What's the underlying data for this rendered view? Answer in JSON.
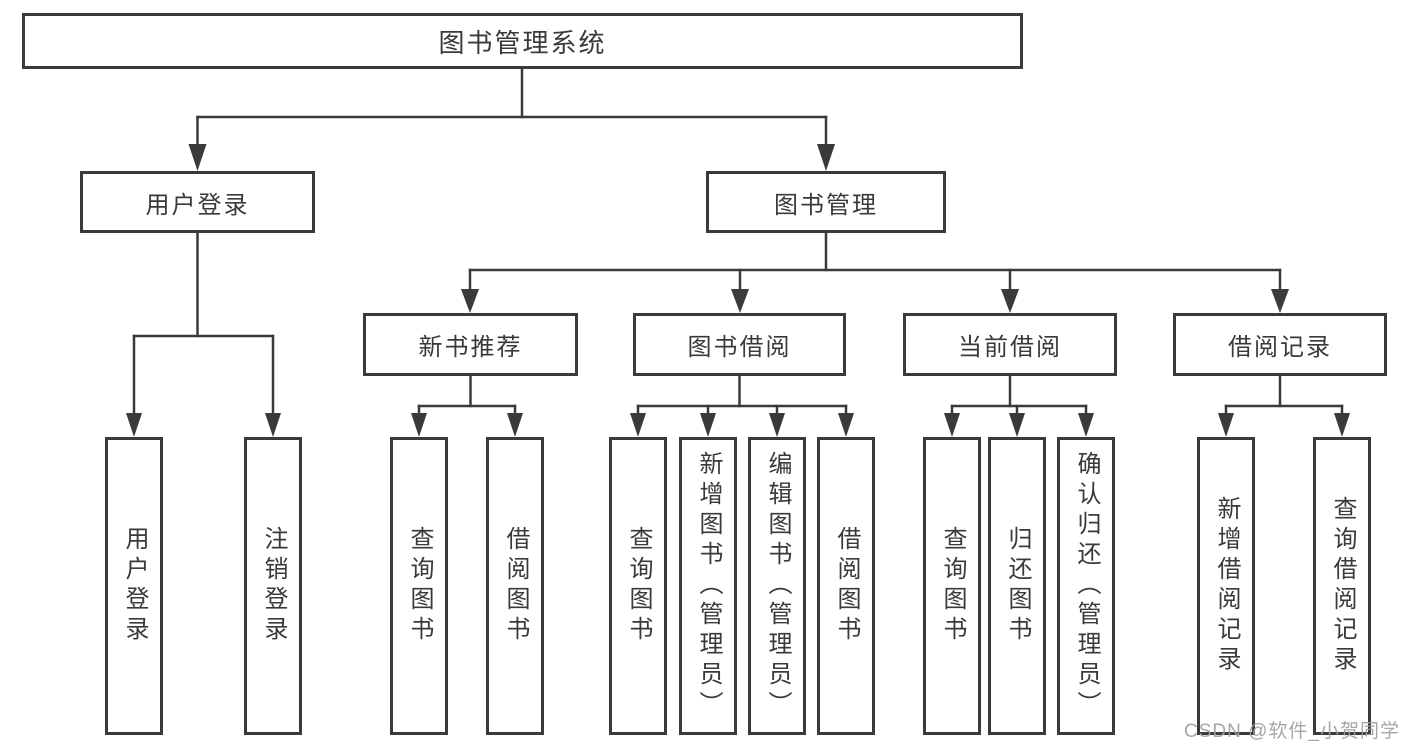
{
  "diagram": {
    "type": "hierarchy-tree",
    "watermark": "CSDN @软件_小贺同学",
    "colors": {
      "line": "#3a3a3a",
      "text": "#3a3a3a",
      "box_fill": "#ffffff",
      "watermark": "#9e9e9e",
      "background": "#ffffff"
    },
    "tree": {
      "label": "图书管理系统",
      "children": [
        {
          "label": "用户登录",
          "children": [
            {
              "label": "用户登录"
            },
            {
              "label": "注销登录"
            }
          ]
        },
        {
          "label": "图书管理",
          "children": [
            {
              "label": "新书推荐",
              "children": [
                {
                  "label": "查询图书"
                },
                {
                  "label": "借阅图书"
                }
              ]
            },
            {
              "label": "图书借阅",
              "children": [
                {
                  "label": "查询图书"
                },
                {
                  "label": "新增图书（管理员）"
                },
                {
                  "label": "编辑图书（管理员）"
                },
                {
                  "label": "借阅图书"
                }
              ]
            },
            {
              "label": "当前借阅",
              "children": [
                {
                  "label": "查询图书"
                },
                {
                  "label": "归还图书"
                },
                {
                  "label": "确认归还（管理员）"
                }
              ]
            },
            {
              "label": "借阅记录",
              "children": [
                {
                  "label": "新增借阅记录"
                },
                {
                  "label": "查询借阅记录"
                }
              ]
            }
          ]
        }
      ]
    }
  }
}
